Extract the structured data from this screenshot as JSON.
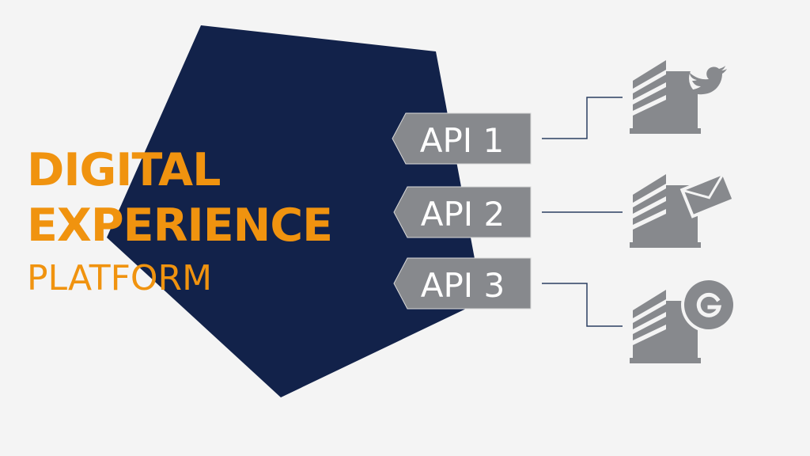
{
  "colors": {
    "background": "#f4f4f4",
    "pentagon": "#12224a",
    "accent": "#f0930f",
    "gray": "#87898d",
    "line": "#2b3f62"
  },
  "title": {
    "line1": "DIGITAL",
    "line2": "EXPERIENCE",
    "line3": "PLATFORM"
  },
  "apis": [
    {
      "label": "API 1",
      "service_icon": "twitter-bird-icon"
    },
    {
      "label": "API 2",
      "service_icon": "envelope-icon"
    },
    {
      "label": "API 3",
      "service_icon": "google-g-icon"
    }
  ]
}
